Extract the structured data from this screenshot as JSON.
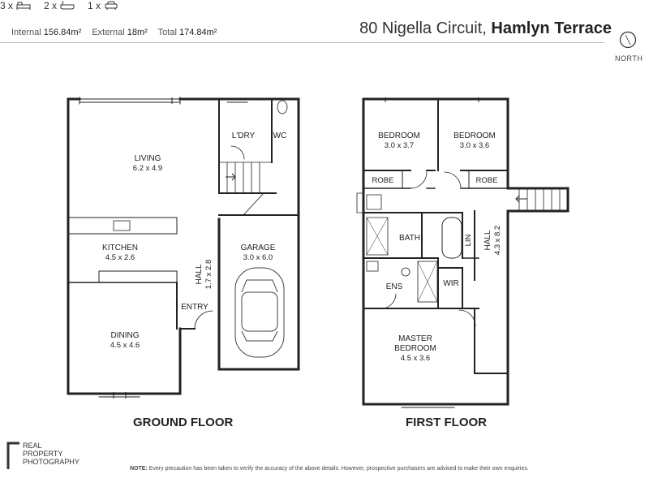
{
  "header": {
    "internal_label": "Internal",
    "internal_value": "156.84m²",
    "external_label": "External",
    "external_value": "18m²",
    "total_label": "Total",
    "total_value": "174.84m²",
    "address_street": "80 Nigella Circuit,",
    "address_suburb": "Hamlyn Terrace",
    "bedrooms": "3 x",
    "bathrooms": "2 x",
    "car_spaces": "1 x",
    "north_label": "NORTH"
  },
  "ground_floor": {
    "title": "GROUND FLOOR",
    "rooms": [
      {
        "name": "LIVING",
        "dims": "6.2 x 4.9"
      },
      {
        "name": "KITCHEN",
        "dims": "4.5 x 2.6"
      },
      {
        "name": "DINING",
        "dims": "4.5 x 4.6"
      },
      {
        "name": "GARAGE",
        "dims": "3.0 x 6.0"
      },
      {
        "name": "HALL",
        "dims": "1.7 x 2.8"
      },
      {
        "name": "ENTRY",
        "dims": ""
      },
      {
        "name": "L'DRY",
        "dims": ""
      },
      {
        "name": "WC",
        "dims": ""
      }
    ]
  },
  "first_floor": {
    "title": "FIRST FLOOR",
    "rooms": [
      {
        "name": "BEDROOM",
        "dims": "3.0 x 3.7"
      },
      {
        "name": "BEDROOM",
        "dims": "3.0 x 3.6"
      },
      {
        "name": "ROBE",
        "dims": ""
      },
      {
        "name": "ROBE",
        "dims": ""
      },
      {
        "name": "BATH",
        "dims": ""
      },
      {
        "name": "LIN",
        "dims": ""
      },
      {
        "name": "HALL",
        "dims": "4.3 x 8.2"
      },
      {
        "name": "ENS",
        "dims": ""
      },
      {
        "name": "WIR",
        "dims": ""
      },
      {
        "name": "MASTER",
        "dims": ""
      },
      {
        "name": "BEDROOM",
        "dims": "4.5 x 3.6"
      }
    ]
  },
  "footer": {
    "logo_text_1": "REAL",
    "logo_text_2": "PROPERTY",
    "logo_text_3": "PHOTOGRAPHY",
    "note_label": "NOTE:",
    "note_text": "Every precaution has been taken to verify the accuracy of the above details. However, prospective purchasers are advised to make their own enquiries."
  }
}
